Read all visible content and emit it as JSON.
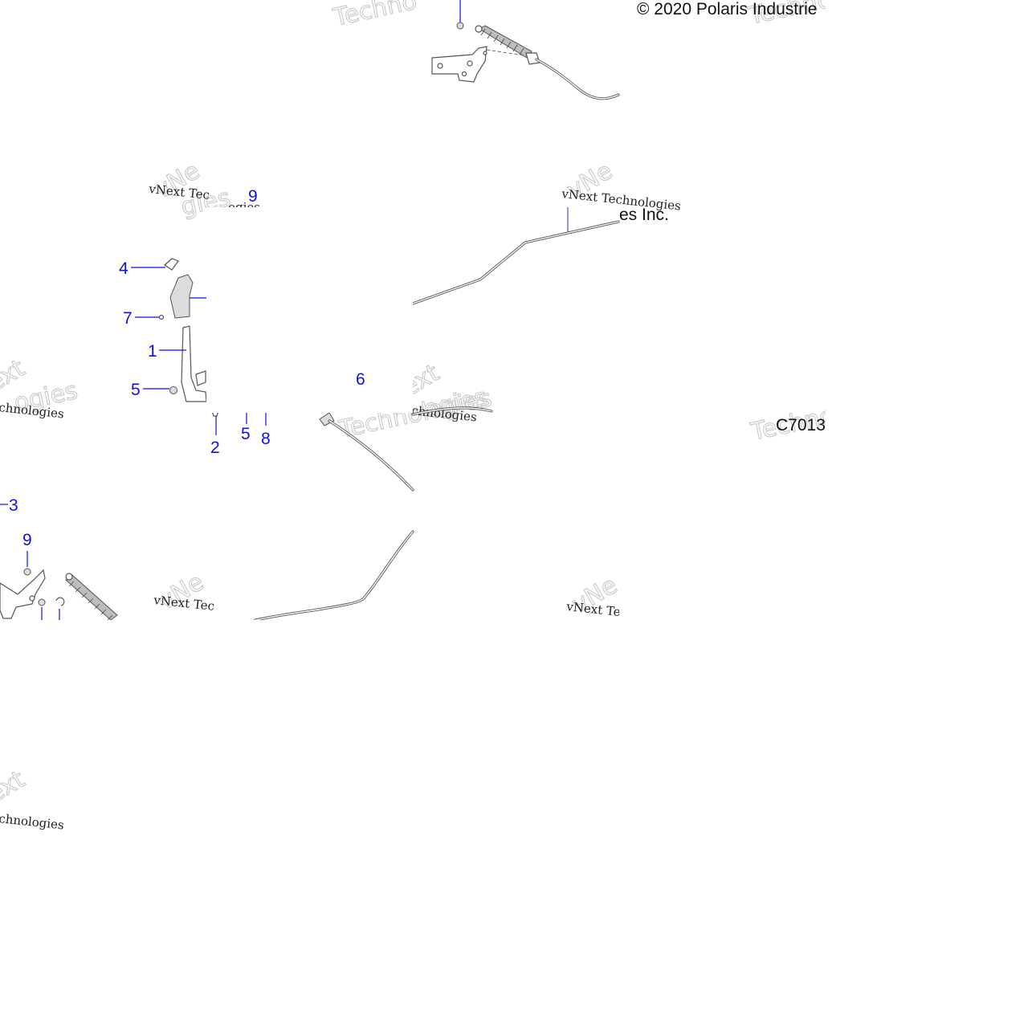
{
  "document": {
    "copyright": "© 2020 Polaris Industrie",
    "copyright_fragment": "es Inc.",
    "diagram_code": "C7013"
  },
  "callouts": {
    "c4": "4",
    "c7": "7",
    "c1": "1",
    "c5a": "5",
    "c9a": "9",
    "c2": "2",
    "c5b": "5",
    "c8": "8",
    "c6": "6",
    "c3": "3",
    "c9b": "9"
  },
  "watermarks": {
    "vnext": "vNext Tec",
    "vnext_full": "vNext Technologies",
    "technologies": "Technologies",
    "techno": "Techno",
    "chnologies": "chnologies",
    "ext": "ext",
    "ogies": "ogies",
    "gies": "gies",
    "vne": "vNe",
    "technc": "Technc"
  }
}
